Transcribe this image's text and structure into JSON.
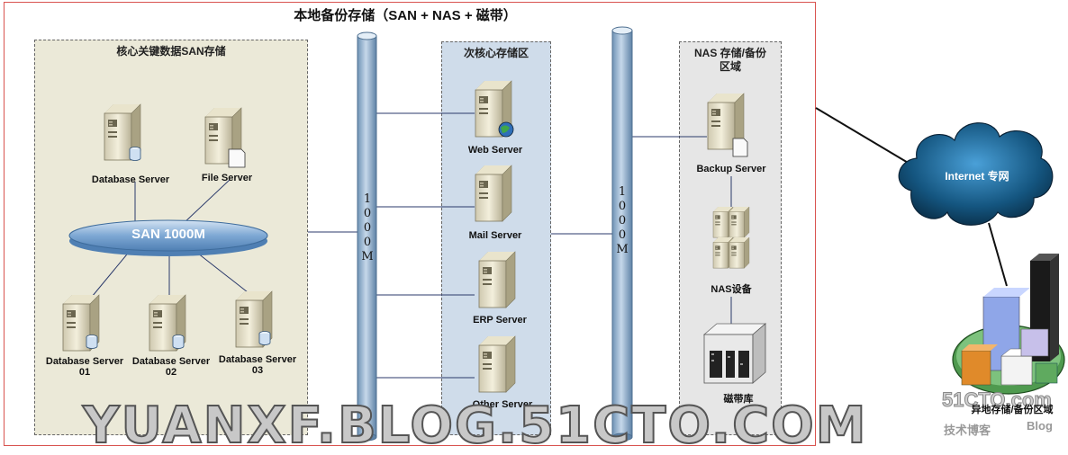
{
  "title": "本地备份存储（SAN + NAS + 磁带）",
  "zones": {
    "san": "核心关键数据SAN存储",
    "secondary": "次核心存储区",
    "nas": "NAS 存储/备份区域"
  },
  "nas_zone_lines": [
    "NAS 存储/备份",
    "区域"
  ],
  "san_switch": "SAN 1000M",
  "bus_text": [
    "1",
    "0",
    "0",
    "0",
    "M"
  ],
  "servers": {
    "db_top": "Database Server",
    "file": "File Server",
    "db01_line1": "Database Server",
    "db01_line2": "01",
    "db02_line1": "Database Server",
    "db02_line2": "02",
    "db03_line1": "Database Server",
    "db03_line2": "03",
    "web": "Web Server",
    "mail": "Mail Server",
    "erp": "ERP Server",
    "other": "Other Server",
    "backup": "Backup Server",
    "nas_device": "NAS设备",
    "tape": "磁带库"
  },
  "internet": "Internet 专网",
  "remote": "异地存储/备份区域",
  "watermark": "YUANXF.BLOG.51CTO.COM",
  "logo": {
    "main": "51CTO.com",
    "sub_left": "技术博客",
    "sub_right": "Blog"
  },
  "colors": {
    "frame": "#d9534f",
    "san_zone": "#ebe9d8",
    "secondary_zone": "#cfdcea",
    "nas_zone": "#e6e6e6",
    "bus": "#8fb0cc",
    "line": "#2b3a6b"
  }
}
